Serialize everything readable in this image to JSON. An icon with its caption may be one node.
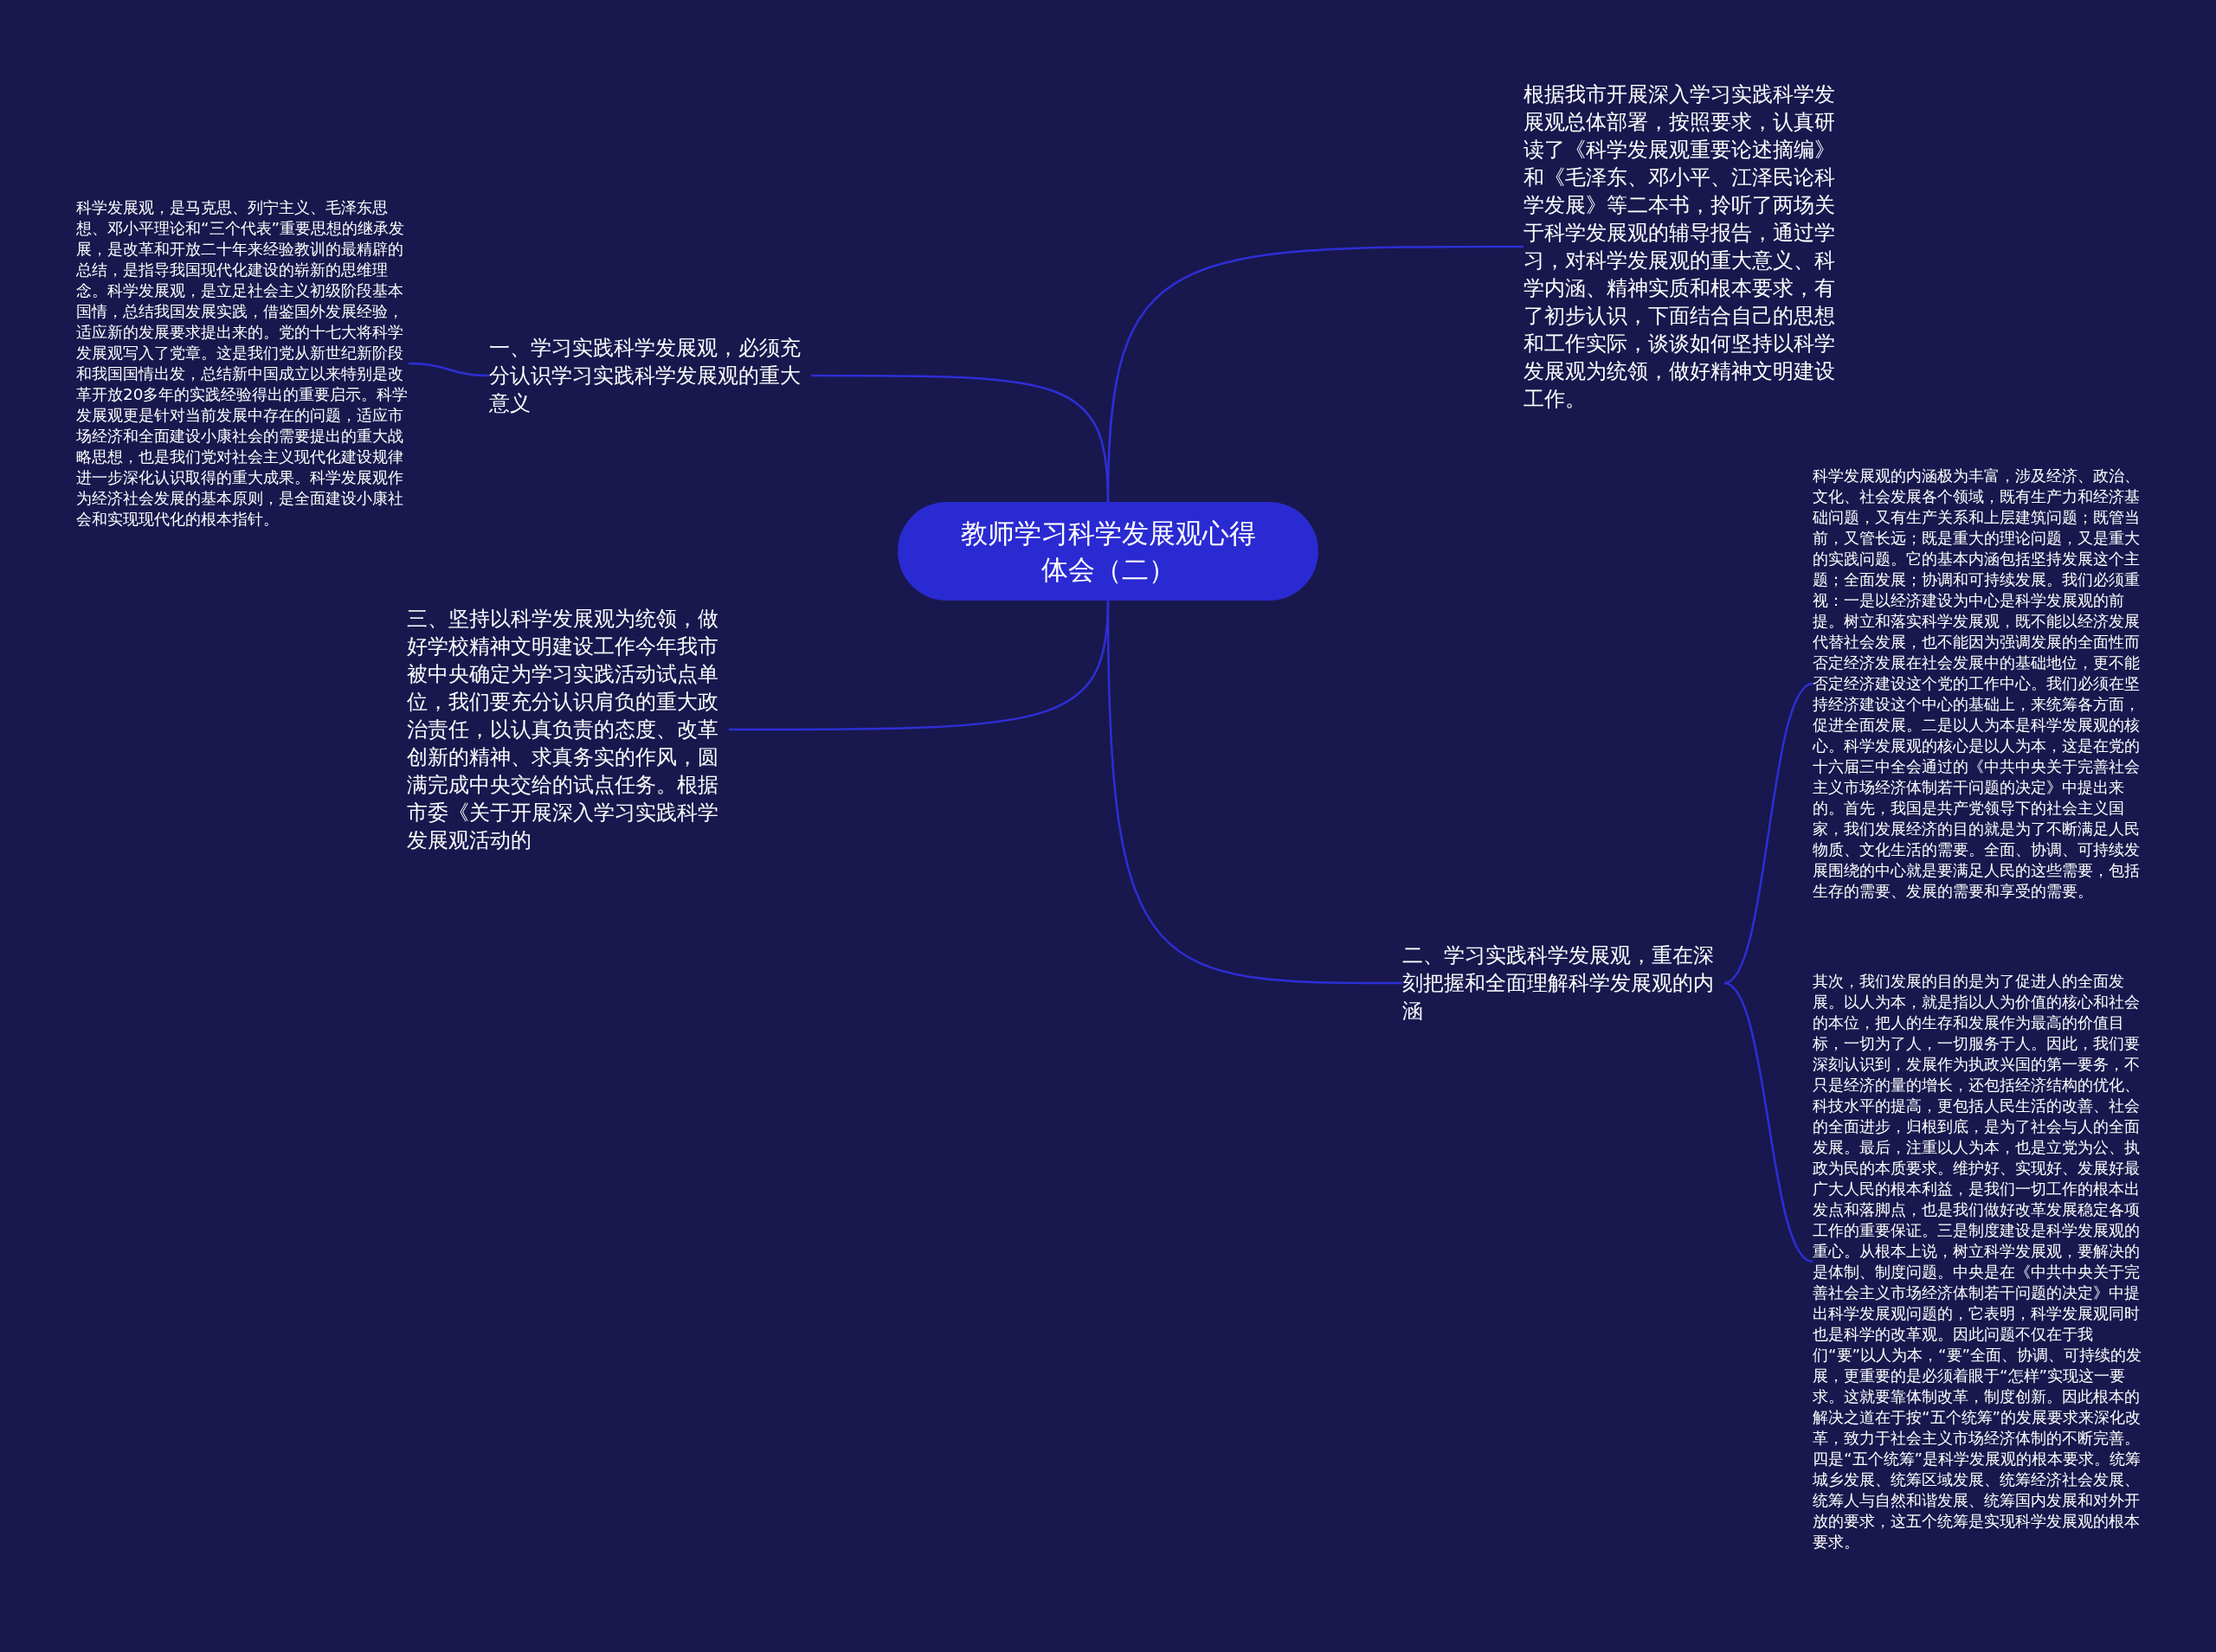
{
  "diagram": {
    "nodes": [
      {
        "text": [
          "教师学习科学发展观心得体会（二）"
        ]
      },
      {
        "text": [
          "根据我市开展深入学习实践科学发展观总体部署，按照要求，认真研读了《科学发展观重要论述摘编》和《毛泽东、邓小平、江泽民论科学发展》等二本书，拎听了两场关于科学发展观的辅导报告，通过学习，对科学发展观的重大意义、科学内涵、精神实质和根本要求，有了初步认识，下面结合自己的思想和工作实际，谈谈如何坚持以科学发展观为统领，做好精神文明建设工作。"
        ]
      },
      {
        "text": [
          "一、学习实践科学发展观，必须充分认识学习实践科学发展观的重大意义"
        ]
      },
      {
        "text": [
          "科学发展观，是马克思、列宁主义、毛泽东思想、邓小平理论和“三个代表”重要思想的继承发展，是改革和开放二十年来经验教训的最精辟的总结，是指导我国现代化建设的崭新的思维理念。科学发展观，是立足社会主义初级阶段基本国情，总结我国发展实践，借鉴国外发展经验，适应新的发展要求提出来的。党的十七大将科学发展观写入了党章。这是我们党从新世纪新阶段和我国国情出发，总结新中国成立以来特别是改革开放20多年的实践经验得出的重要启示。科学发展观更是针对当前发展中存在的问题，适应市场经济和全面建设小康社会的需要提出的重大战略思想，也是我们党对社会主义现代化建设规律进一步深化认识取得的重大成果。科学发展观作为经济社会发展的基本原则，是全面建设小康社会和实现现代化的根本指针。"
        ]
      },
      {
        "text": [
          "三、坚持以科学发展观为统领，做好学校精神文明建设工作今年我市被中央确定为学习实践活动试点单位，我们要充分认识肩负的重大政治责任，以认真负责的态度、改革创新的精神、求真务实的作风，圆满完成中央交给的试点任务。根据市委《关于开展深入学习实践科学发展观活动的"
        ]
      },
      {
        "text": [
          "二、学习实践科学发展观，重在深刻把握和全面理解科学发展观的内涵"
        ]
      },
      {
        "text": [
          "科学发展观的内涵极为丰富，涉及经济、政治、文化、社会发展各个领域，既有生产力和经济基础问题，又有生产关系和上层建筑问题；既管当前，又管长远；既是重大的理论问题，又是重大的实践问题。它的基本内涵包括坚持发展这个主题；全面发展；协调和可持续发展。我们必须重视：一是以经济建设为中心是科学发展观的前提。树立和落实科学发展观，既不能以经济发展代替社会发展，也不能因为强调发展的全面性而否定经济发展在社会发展中的基础地位，更不能否定经济建设这个党的工作中心。我们必须在坚持经济建设这个中心的基础上，来统筹各方面，促进全面发展。二是以人为本是科学发展观的核心。科学发展观的核心是以人为本，这是在党的十六届三中全会通过的《中共中央关于完善社会主义市场经济体制若干问题的决定》中提出来的。首先，我国是共产党领导下的社会主义国家，我们发展经济的目的就是为了不断满足人民物质、文化生活的需要。全面、协调、可持续发展围绕的中心就是要满足人民的这些需要，包括生存的需要、发展的需要和享受的需要。"
        ]
      },
      {
        "text": [
          "其次，我们发展的目的是为了促进人的全面发展。以人为本，就是指以人为价值的核心和社会的本位，把人的生存和发展作为最高的价值目标，一切为了人，一切服务于人。因此，我们要深刻认识到，发展作为执政兴国的第一要务，不只是经济的量的增长，还包括经济结构的优化、科技水平的提高，更包括人民生活的改善、社会的全面进步，归根到底，是为了社会与人的全面发展。最后，注重以人为本，也是立党为公、执政为民的本质要求。维护好、实现好、发展好最广大人民的根本利益，是我们一切工作的根本出发点和落脚点，也是我们做好改革发展稳定各项工作的重要保证。三是制度建设是科学发展观的重心。从根本上说，树立科学发展观，要解决的是体制、制度问题。中央是在《中共中央关于完善社会主义市场经济体制若干问题的决定》中提出科学发展观问题的，它表明，科学发展观同时也是科学的改革观。因此问题不仅在于我们“要”以人为本，“要”全面、协调、可持续的发展，更重要的是必须着眼于“怎样”实现这一要求。这就要靠体制改革，制度创新。因此根本的解决之道在于按“五个统筹”的发展要求来深化改革，致力于社会主义市场经济体制的不断完善。四是“五个统筹”是科学发展观的根本要求。统筹城乡发展、统筹区域发展、统筹经济社会发展、统筹人与自然和谐发展、统筹国内发展和对外开放的要求，这五个统筹是实现科学发展观的根本要求。"
        ]
      }
    ],
    "edges": [
      {
        "from": 0,
        "to": 1,
        "arrow": "none"
      },
      {
        "from": 0,
        "to": 2,
        "arrow": "none"
      },
      {
        "from": 2,
        "to": 3,
        "arrow": "none"
      },
      {
        "from": 0,
        "to": 4,
        "arrow": "none"
      },
      {
        "from": 0,
        "to": 5,
        "arrow": "none"
      },
      {
        "from": 5,
        "to": 6,
        "arrow": "none"
      },
      {
        "from": 5,
        "to": 7,
        "arrow": "none"
      }
    ]
  }
}
